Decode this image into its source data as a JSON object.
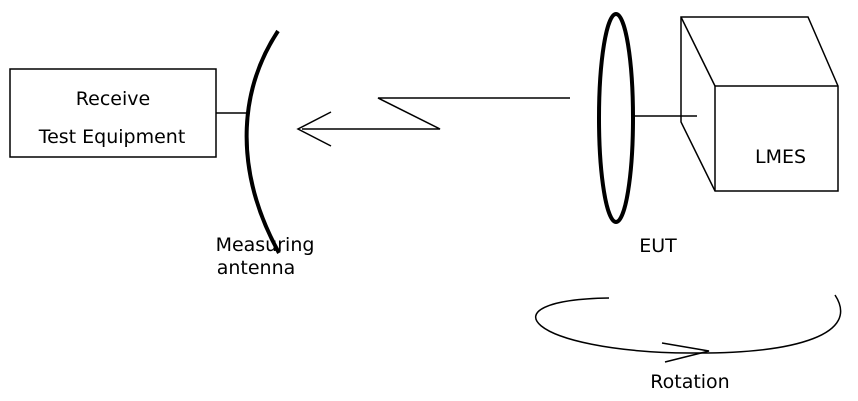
{
  "receiver_box": {
    "line1": "Receive",
    "line2": "Test Equipment"
  },
  "eut_box": {
    "label": "LMES"
  },
  "measuring_antenna": {
    "line1": "Measuring",
    "line2": "antenna"
  },
  "eut": {
    "label": "EUT"
  },
  "rotation": {
    "label": "Rotation"
  }
}
